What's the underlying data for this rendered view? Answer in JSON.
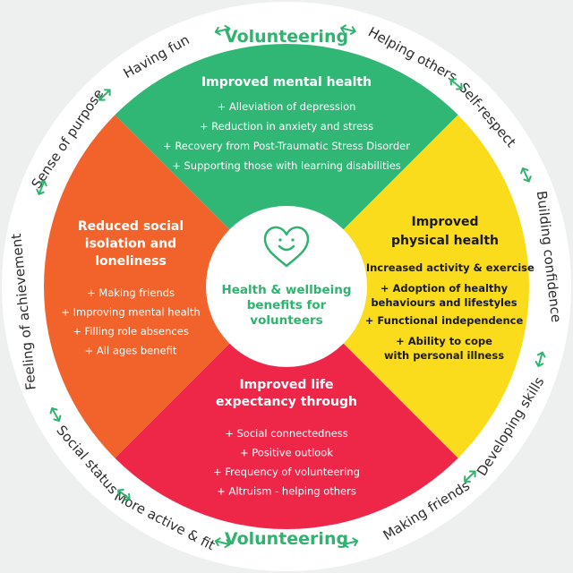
{
  "colors": {
    "background": "#eef0f0",
    "ring": "#ffffff",
    "green": "#30b775",
    "yellow": "#fbdc1c",
    "red": "#ee2749",
    "orange": "#f2632b",
    "accent": "#2fb36f"
  },
  "ring": {
    "top_title": "Volunteering",
    "bottom_title": "Volunteering",
    "labels": [
      "Having fun",
      "Helping others",
      "Self-respect",
      "Building confidence",
      "Developing skills",
      "Making friends",
      "More active & fit",
      "Social status",
      "Feeling of achievement",
      "Sense of purpose"
    ]
  },
  "sections": {
    "mental": {
      "title": [
        "Improved mental health"
      ],
      "items": [
        "+ Alleviation of depression",
        "+ Reduction in anxiety and stress",
        "+ Recovery from Post-Traumatic Stress Disorder",
        "+ Supporting those with learning disabilities"
      ]
    },
    "physical": {
      "title": [
        "Improved",
        "physical health"
      ],
      "items": [
        "+ Increased activity & exercise",
        "+ Adoption of healthy",
        "behaviours and lifestyles",
        "+ Functional independence",
        "+ Ability to cope",
        "with personal illness"
      ]
    },
    "life": {
      "title": [
        "Improved life",
        "expectancy through"
      ],
      "items": [
        "+ Social connectedness",
        "+ Positive outlook",
        "+ Frequency of volunteering",
        "+ Altruism - helping others"
      ]
    },
    "social": {
      "title": [
        "Reduced social",
        "isolation and",
        "loneliness"
      ],
      "items": [
        "+ Making friends",
        "+ Improving mental health",
        "+ Filling role absences",
        "+ All ages benefit"
      ]
    }
  },
  "center": {
    "icon": "smiling-heart-icon",
    "lines": [
      "Health & wellbeing",
      "benefits for",
      "volunteers"
    ]
  }
}
